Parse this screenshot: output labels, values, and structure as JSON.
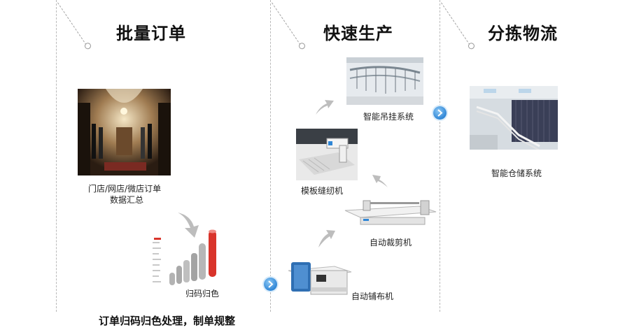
{
  "columns": [
    {
      "title": "批量订单",
      "store_caption_line1": "门店/网店/微店订单",
      "store_caption_line2": "数据汇总",
      "chart_caption": "归码归色",
      "summary": "订单归码归色处理，制单规整"
    },
    {
      "title": "快速生产",
      "hanging_caption": "智能吊挂系统",
      "template_caption": "模板缝纫机",
      "cutting_caption": "自动裁剪机",
      "spreading_caption": "自动铺布机"
    },
    {
      "title": "分拣物流",
      "warehouse_caption": "智能仓储系统"
    }
  ],
  "colors": {
    "accent_blue": "#2f86d6",
    "arrow_grey": "#bdbdbd",
    "bar_red": "#d9342b",
    "divider": "#b9b9b9"
  }
}
